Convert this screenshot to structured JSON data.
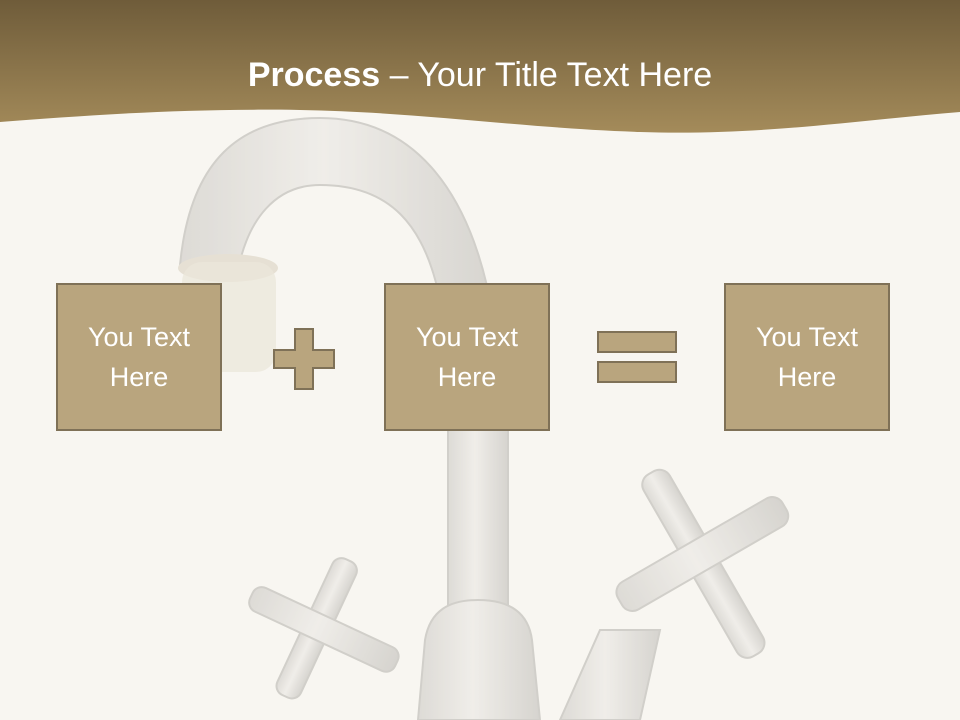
{
  "slide": {
    "title_bold": "Process",
    "title_separator": " – ",
    "title_rest": "Your Title Text Here",
    "boxes": [
      {
        "text": "You Text Here"
      },
      {
        "text": "You Text Here"
      },
      {
        "text": "You Text Here"
      }
    ],
    "operators": [
      "plus-icon",
      "equals-icon"
    ]
  },
  "colors": {
    "header_dark": "#6f5c3a",
    "header_light": "#a48b5a",
    "box_fill": "#b9a57e",
    "box_border": "#7f7157",
    "operator_fill": "#b9a57e",
    "background": "#f8f6f1"
  }
}
